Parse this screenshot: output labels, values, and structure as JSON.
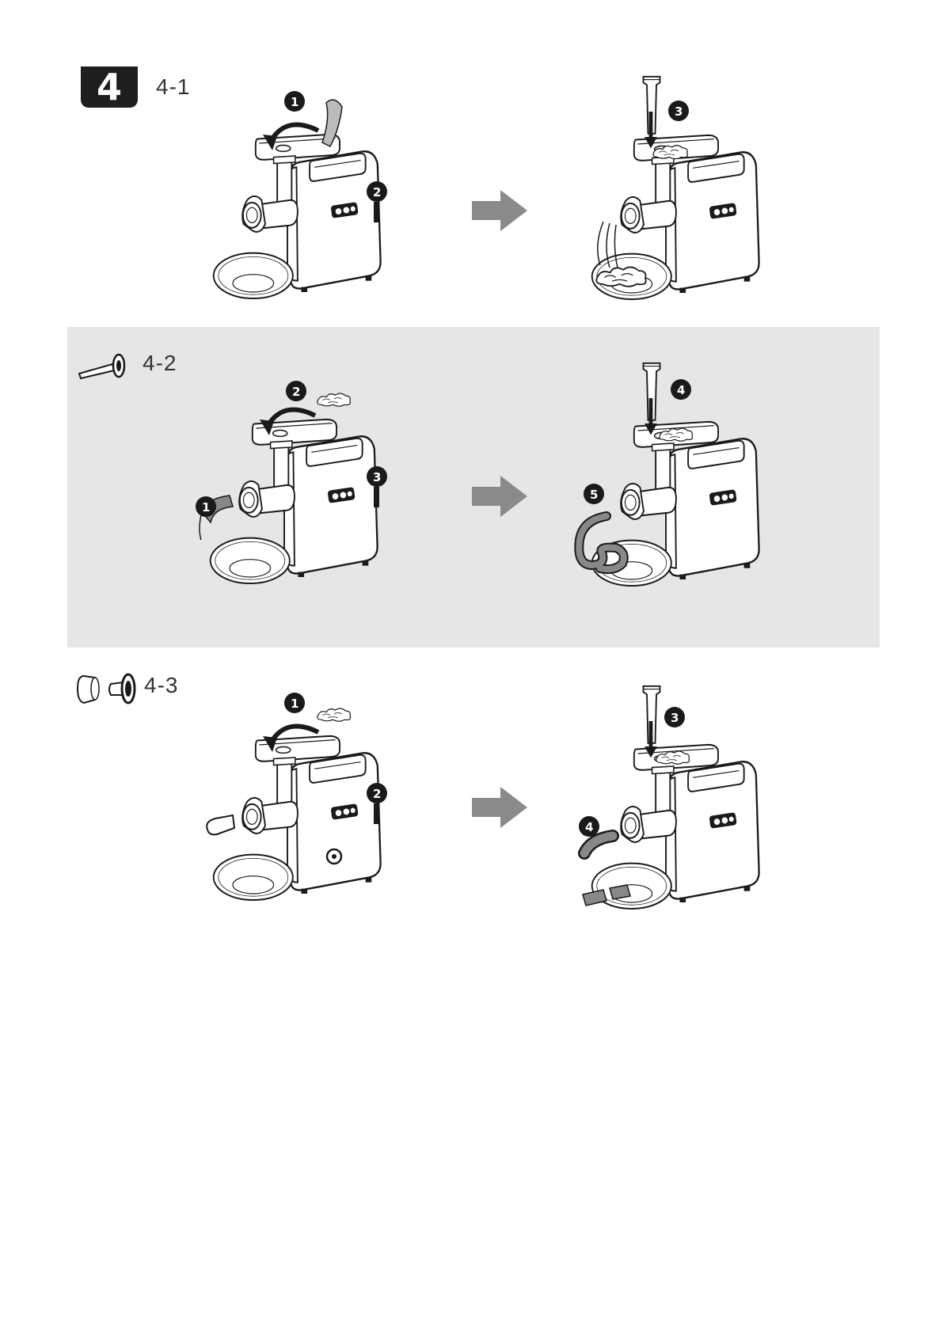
{
  "section": {
    "number": "4"
  },
  "steps": [
    {
      "label": "4-1",
      "left": {
        "markers": [
          "1",
          "2"
        ],
        "variant": "feed"
      },
      "right": {
        "markers": [
          "3"
        ],
        "variant": "mince"
      }
    },
    {
      "label": "4-2",
      "left": {
        "markers": [
          "1",
          "2",
          "3"
        ],
        "variant": "casing"
      },
      "right": {
        "markers": [
          "4",
          "5"
        ],
        "variant": "sausage"
      }
    },
    {
      "label": "4-3",
      "left": {
        "markers": [
          "1",
          "2"
        ],
        "variant": "kebbe"
      },
      "right": {
        "markers": [
          "3",
          "4"
        ],
        "variant": "kebbe-out"
      }
    }
  ],
  "colors": {
    "badge": "#1e1e1e",
    "band": "#e6e6e6",
    "arrow": "#8a8a8a",
    "line": "#1a1a1a",
    "fill": "#777777"
  },
  "icons": [
    "next-step-arrow-icon",
    "sausage-nozzle-icon",
    "kebbe-attachment-icon",
    "pusher-icon"
  ]
}
